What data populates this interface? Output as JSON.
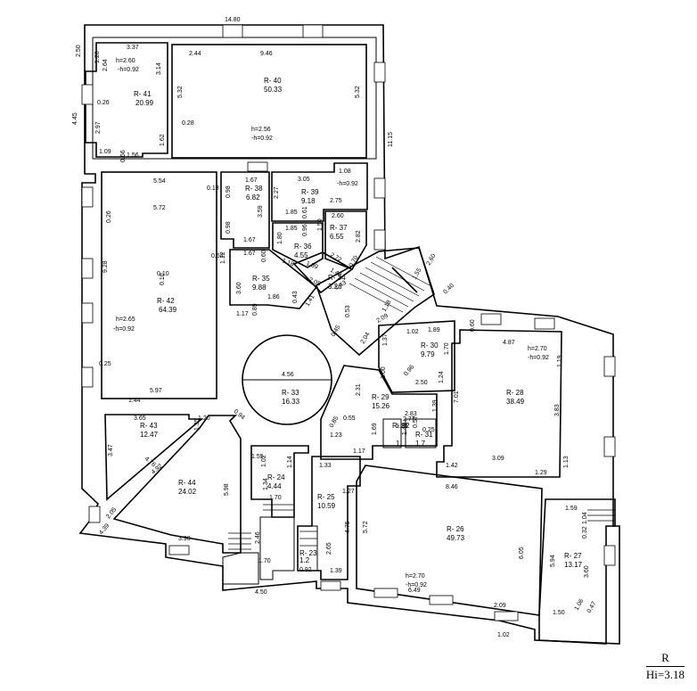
{
  "rooms": [
    {
      "id": "R- 40",
      "area": "50.33"
    },
    {
      "id": "R- 41",
      "area": "20.99"
    },
    {
      "id": "R- 42",
      "area": "64.39"
    },
    {
      "id": "R- 38",
      "area": "6.82"
    },
    {
      "id": "R- 39",
      "area": "9.18"
    },
    {
      "id": "R- 37",
      "area": "6.55"
    },
    {
      "id": "R- 36",
      "area": "4.55"
    },
    {
      "id": "R- 34",
      "area": "3.26"
    },
    {
      "id": "R- 35",
      "area": "9.88"
    },
    {
      "id": "R- 33",
      "area": "16.33"
    },
    {
      "id": "R- 30",
      "area": "9.79"
    },
    {
      "id": "R- 29",
      "area": "15.26"
    },
    {
      "id": "R- 28",
      "area": "38.49"
    },
    {
      "id": "R- 43",
      "area": "12.47"
    },
    {
      "id": "R- 44",
      "area": "24.02"
    },
    {
      "id": "R- 24",
      "area": "4.44"
    },
    {
      "id": "R- 25",
      "area": "10.59"
    },
    {
      "id": "R- 26",
      "area": "49.73"
    },
    {
      "id": "R- 27",
      "area": "13.17"
    },
    {
      "id": "R- 23",
      "area": "1.2"
    },
    {
      "id": "R- 32",
      "area": "1."
    },
    {
      "id": "R- 31",
      "area": "1.7"
    }
  ],
  "heights": [
    {
      "h": "h=2.60",
      "d": "-h=0.92"
    },
    {
      "h": "h=2.56",
      "d": "-h=0.92"
    },
    {
      "h": "h=2.65",
      "d": "-h=0.92"
    },
    {
      "h": "h=2.70",
      "d": "-h=0.92"
    },
    {
      "h": "h=2.70",
      "d": "-h=0.92"
    },
    {
      "h": "",
      "d": "-h=0.92"
    }
  ],
  "dims": [
    "14.80",
    "2.50",
    "3.37",
    "2.44",
    "9.46",
    "1.20",
    "2.64",
    "3.14",
    "5.32",
    "5.32",
    "4.45",
    "0.26",
    "2.97",
    "1.09",
    "0.66",
    "1.56",
    "1.62",
    "0.28",
    "11.15",
    "1.67",
    "1.08",
    "3.05",
    "5.54",
    "0.18",
    "0.98",
    "2.27",
    "1.85",
    "0.61",
    "2.75",
    "5.72",
    "0.26",
    "3.59",
    "0.98",
    "1.67",
    "1.85",
    "0.96",
    "2.60",
    "1.50",
    "2.82",
    "1.80",
    "1.18",
    "1.89",
    "2.72",
    "0.70",
    "0.54",
    "1.12",
    "1.67",
    "0.60",
    "2.05",
    "1.48",
    "1.43",
    "9.28",
    "0.10",
    "0.10",
    "3.60",
    "1.86",
    "1.41",
    "0.43",
    "0.53",
    "2.60",
    "1.55",
    "1.18",
    "0.40",
    "1.17",
    "0.89",
    "2.09",
    "2.04",
    "0.45",
    "0.25",
    "1.02",
    "1.89",
    "0.60",
    "1.37",
    "1.70",
    "4.87",
    "4.56",
    "1.00",
    "0.96",
    "2.50",
    "1.24",
    "1.19",
    "5.97",
    "1.44",
    "2.31",
    "2.77",
    "1.39",
    "7.01",
    "3.65",
    "1.20",
    "0.94",
    "0.85",
    "0.55",
    "1.23",
    "1.69",
    "2.83",
    "1.34",
    "1.45",
    "0.25",
    "0.57",
    "3.83",
    "1.35",
    "3.47",
    "1.55",
    "1.14",
    "1.02",
    "1.17",
    "1.33",
    "1.42",
    "3.09",
    "1.29",
    "1.13",
    "4.76",
    "4.92",
    "1.34",
    "1.70",
    "1.27",
    "8.46",
    "5.98",
    "2.05",
    "4.39",
    "3.90",
    "2.46",
    "2.65",
    "4.75",
    "5.72",
    "1.59",
    "1.04",
    "0.32",
    "3.60",
    "1.70",
    "0.92",
    "1.39",
    "6.05",
    "5.94",
    "1.50",
    "1.06",
    "0.47",
    "4.50",
    "6.49",
    "2.09",
    "1.02"
  ],
  "legend": {
    "r": "R",
    "hi": "Hi=3.18"
  }
}
